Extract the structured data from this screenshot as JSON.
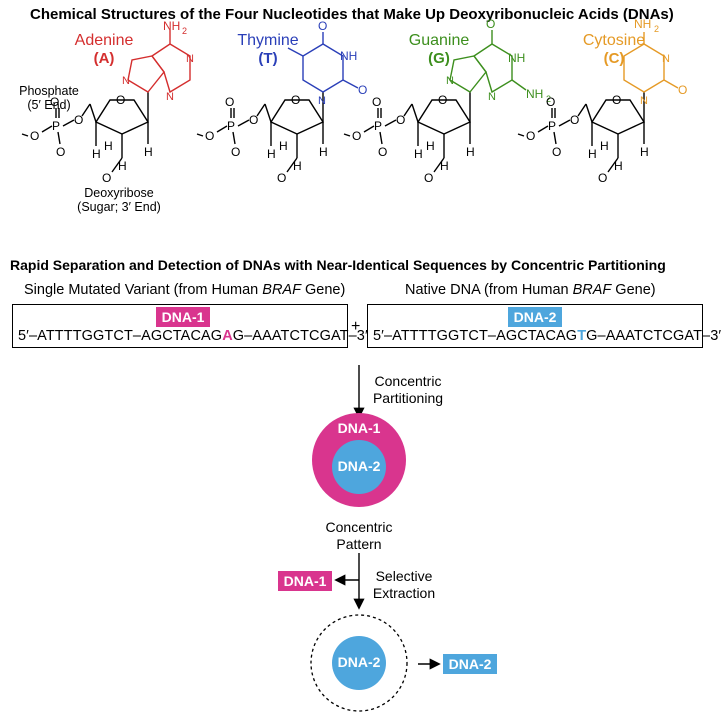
{
  "colors": {
    "adenine": "#d42e2e",
    "thymine": "#2a3fb8",
    "guanine": "#3d8f1e",
    "cytosine": "#e59a26",
    "dna1": "#d9358e",
    "dna2": "#4ea6dd"
  },
  "top": {
    "title": "Chemical Structures of the Four Nucleotides that Make Up Deoxyribonucleic Acids (DNAs)",
    "phosphate_label": [
      "Phosphate",
      "(5′ End)"
    ],
    "sugar_label": [
      "Deoxyribose",
      "(Sugar; 3′ End)"
    ],
    "nucleotides": [
      {
        "name": "Adenine",
        "letter": "(A)",
        "amine": "NH2"
      },
      {
        "name": "Thymine",
        "letter": "(T)",
        "amine": "NH"
      },
      {
        "name": "Guanine",
        "letter": "(G)",
        "amine": "NH2"
      },
      {
        "name": "Cytosine",
        "letter": "(C)",
        "amine": "NH2"
      }
    ]
  },
  "bottom": {
    "title": "Rapid Separation and Detection of DNAs with Near-Identical Sequences by Concentric Partitioning",
    "left_heading": "Single Mutated Variant (from Human BRAF Gene)",
    "right_heading": "Native DNA (from Human BRAF Gene)",
    "dna1_tag": "DNA-1",
    "dna2_tag": "DNA-2",
    "seq1": {
      "pre": "5′–ATTTTGGTCT–AGCTACAG",
      "mut": "A",
      "post": "G–AAATCTCGAT–3′"
    },
    "seq2": {
      "pre": "5′–ATTTTGGTCT–AGCTACAG",
      "mut": "T",
      "post": "G–AAATCTCGAT–3′"
    },
    "plus": "+",
    "step1_label": [
      "Concentric",
      "Partitioning"
    ],
    "pattern_label": [
      "Concentric",
      "Pattern"
    ],
    "step2_label": [
      "Selective",
      "Extraction"
    ],
    "outer_ring_label": "DNA-1",
    "inner_circle_label": "DNA-2",
    "extracted_left": "DNA-1",
    "final_inner": "DNA-2",
    "final_right": "DNA-2"
  }
}
